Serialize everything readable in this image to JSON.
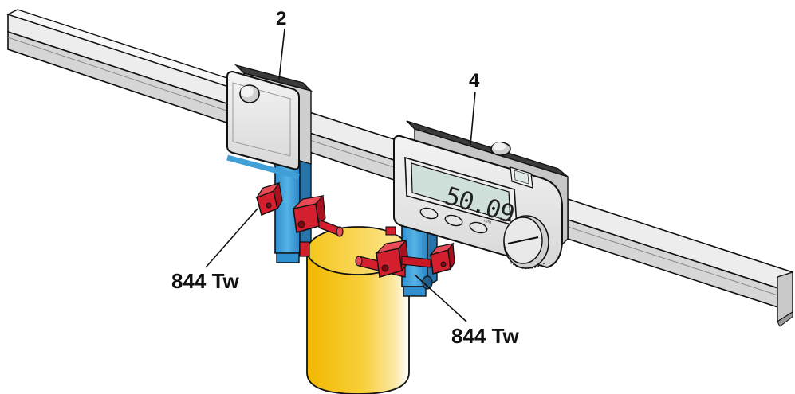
{
  "callouts": {
    "part_2": "2",
    "part_4": "4",
    "clamp_left": "844 Tw",
    "clamp_right": "844 Tw"
  },
  "display": {
    "reading": "50.09",
    "unit": "mm"
  },
  "colors": {
    "rail": "#e6e6e6",
    "rail_dark": "#b9b9b9",
    "housing": "#dcdcdc",
    "arm_blue": "#3f9fd6",
    "clamp_red": "#d41f2f",
    "cylinder": "#f5c518",
    "lcd": "#cfe0da"
  }
}
